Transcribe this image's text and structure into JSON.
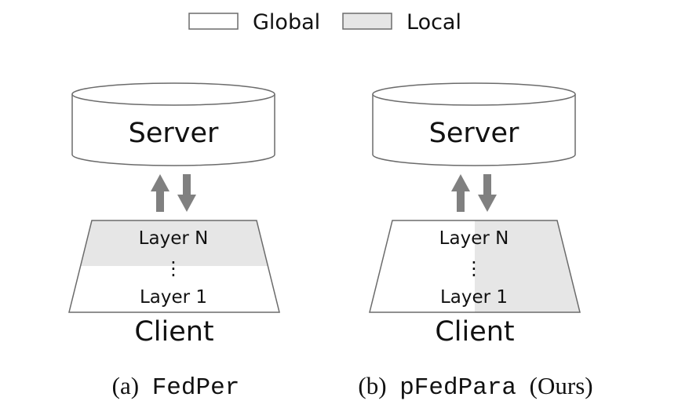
{
  "legend": {
    "global_label": "Global",
    "local_label": "Local",
    "global_color": "#ffffff",
    "local_color": "#e6e6e6"
  },
  "colors": {
    "stroke": "#6b6b6b",
    "arrow": "#808080",
    "text": "#111111"
  },
  "panels": [
    {
      "server_label": "Server",
      "client_label": "Client",
      "layer_top_label": "Layer N",
      "layer_dots": "⋮",
      "layer_bottom_label": "Layer 1",
      "caption_prefix": "(a)",
      "caption_method": "FedPer",
      "caption_suffix": "",
      "local_region": "top-half"
    },
    {
      "server_label": "Server",
      "client_label": "Client",
      "layer_top_label": "Layer N",
      "layer_dots": "⋮",
      "layer_bottom_label": "Layer 1",
      "caption_prefix": "(b)",
      "caption_method": "pFedPara",
      "caption_suffix": "(Ours)",
      "local_region": "right-half"
    }
  ]
}
